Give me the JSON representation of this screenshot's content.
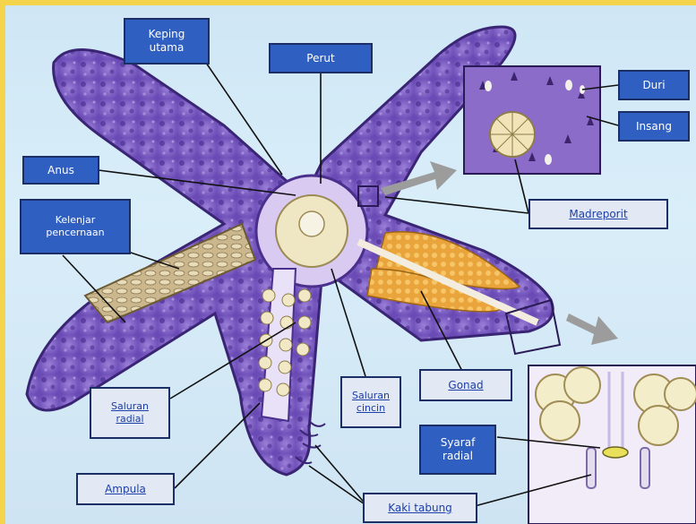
{
  "labels": {
    "keping_utama": [
      "Keping",
      "utama"
    ],
    "perut": "Perut",
    "duri": "Duri",
    "insang": "Insang",
    "anus": "Anus",
    "kelenjar_pencernaan": [
      "Kelenjar",
      "pencernaan"
    ],
    "madreporit": "Madreporit",
    "saluran_radial": [
      "Saluran",
      "radial"
    ],
    "saluran_cincin": [
      "Saluran",
      "cincin"
    ],
    "gonad": "Gonad",
    "syaraf_radial": [
      "Syaraf",
      "radial"
    ],
    "ampula": "Ampula",
    "kaki_tabung": "Kaki tabung"
  },
  "colors": {
    "body": "#7b5cc4",
    "body_dark": "#4a2f8c",
    "label_blue": "#2f5fc0",
    "label_light": "#e3e8f5",
    "gonad": "#e8a33a",
    "digestive": "#c9b58a",
    "frame": "#f4d44a"
  }
}
